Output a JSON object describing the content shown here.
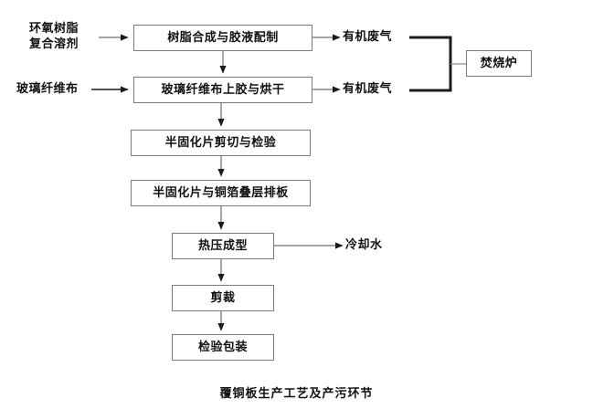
{
  "diagram": {
    "caption": "覆铜板生产工艺及产污环节",
    "colors": {
      "box_border": "#7a7a7a",
      "wire": "#6e6e6e",
      "bracket": "#1b1b1b",
      "text": "#111111",
      "background": "#ffffff"
    },
    "inputs": [
      {
        "id": "input-epoxy-resin",
        "line1": "环氧树脂",
        "line2": "复合溶剂"
      },
      {
        "id": "input-glass-fiber-cloth",
        "line1": "玻璃纤维布",
        "line2": ""
      }
    ],
    "process_steps": [
      {
        "id": "step-resin-synthesis",
        "label": "树脂合成与胶液配制"
      },
      {
        "id": "step-glue-dry",
        "label": "玻璃纤维布上胶与烘干"
      },
      {
        "id": "step-prepreg-cut-inspect",
        "label": "半固化片剪切与检验"
      },
      {
        "id": "step-prepreg-copper-layup",
        "label": "半固化片与铜箔叠层排板"
      },
      {
        "id": "step-hot-press",
        "label": "热压成型"
      },
      {
        "id": "step-trimming",
        "label": "剪裁"
      },
      {
        "id": "step-inspect-package",
        "label": "检验包装"
      }
    ],
    "outputs": [
      {
        "id": "output-organic-waste-gas-1",
        "label": "有机废气"
      },
      {
        "id": "output-organic-waste-gas-2",
        "label": "有机废气"
      },
      {
        "id": "output-cooling-water",
        "label": "冷却水"
      }
    ],
    "treatment": {
      "id": "treatment-incinerator",
      "label": "焚烧炉"
    }
  }
}
